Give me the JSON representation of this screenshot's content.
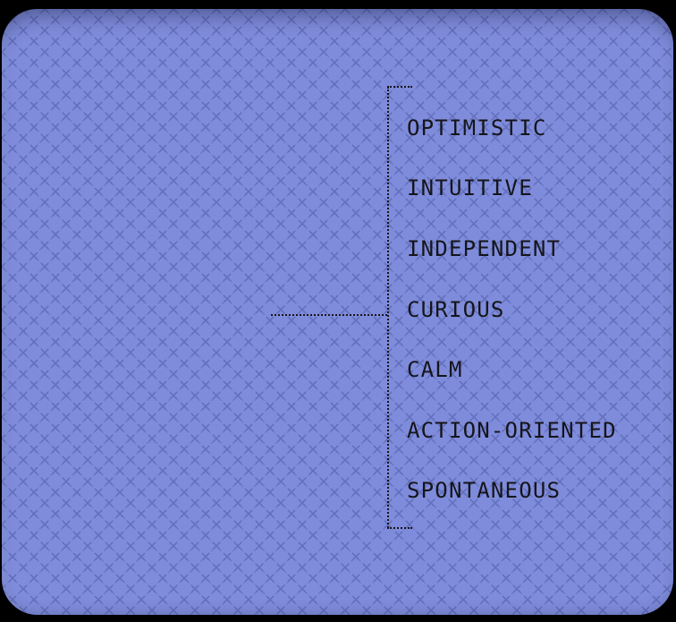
{
  "canvas": {
    "outer_background": "#000000"
  },
  "panel": {
    "background": "#7f8cdb",
    "pattern_color": "#6d7ac9",
    "stitch_color": "#6370bd",
    "line_color": "#15151a",
    "text_color": "#15151a",
    "pattern_style": "diagonal-cross-stitch"
  },
  "diagram": {
    "bracket_style": "dotted",
    "traits": [
      "OPTIMISTIC",
      "INTUITIVE",
      "INDEPENDENT",
      "CURIOUS",
      "CALM",
      "ACTION-ORIENTED",
      "SPONTANEOUS"
    ]
  }
}
